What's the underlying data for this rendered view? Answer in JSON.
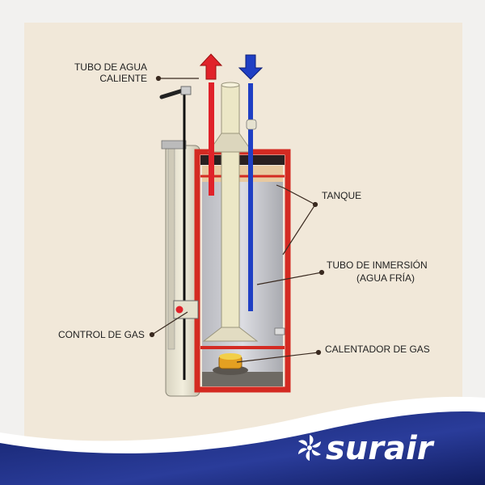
{
  "labels": {
    "hot_water_pipe_line1": "TUBO DE AGUA",
    "hot_water_pipe_line2": "CALIENTE",
    "tank": "TANQUE",
    "dip_tube_line1": "TUBO DE INMERSIÓN",
    "dip_tube_line2": "(AGUA FRÍA)",
    "gas_control": "CONTROL DE GAS",
    "gas_burner": "CALENTADOR DE GAS"
  },
  "brand": {
    "name": "surair"
  },
  "colors": {
    "hot": "#e0222a",
    "cold": "#1f3fc4",
    "frame": "#d42a22",
    "banner": "#1b2a7c",
    "panel": "#f1e8d9"
  }
}
